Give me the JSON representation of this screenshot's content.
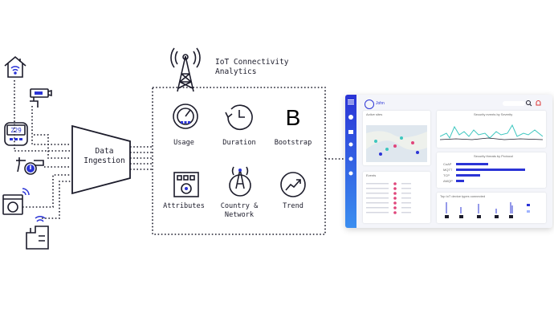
{
  "diagram": {
    "hub_title": "IoT Connectivity Analytics",
    "ingestion_label": "Data Ingestion",
    "tiles": [
      {
        "label": "Usage",
        "icon": "gauge-icon"
      },
      {
        "label": "Duration",
        "icon": "clock-icon"
      },
      {
        "label": "Bootstrap",
        "icon": "bootstrap-logo-icon"
      },
      {
        "label": "Attributes",
        "icon": "settings-panel-icon"
      },
      {
        "label": "Country & Network",
        "icon": "tower-globe-icon"
      },
      {
        "label": "Trend",
        "icon": "trend-up-icon"
      }
    ],
    "bootstrap_glyph": "B",
    "devices": [
      "smart-home-icon",
      "security-camera-icon",
      "smart-meter-icon",
      "smart-valve-icon",
      "washing-machine-icon",
      "smart-factory-icon"
    ],
    "meter_reading": "229"
  },
  "dashboard": {
    "user_name": "John",
    "panel_titles": {
      "map": "Active sites",
      "events": "Security events by Severity",
      "protocol": "Security threats by Protocol",
      "devices": "Top IoT device types connected",
      "table": "Events"
    },
    "protocols": [
      "CoAP",
      "MQTT",
      "TCP",
      "AMQP"
    ]
  },
  "colors": {
    "ink": "#1c1c2b",
    "accent_blue": "#2b34d6",
    "teal": "#3ec7c0",
    "pink": "#e0457b"
  }
}
